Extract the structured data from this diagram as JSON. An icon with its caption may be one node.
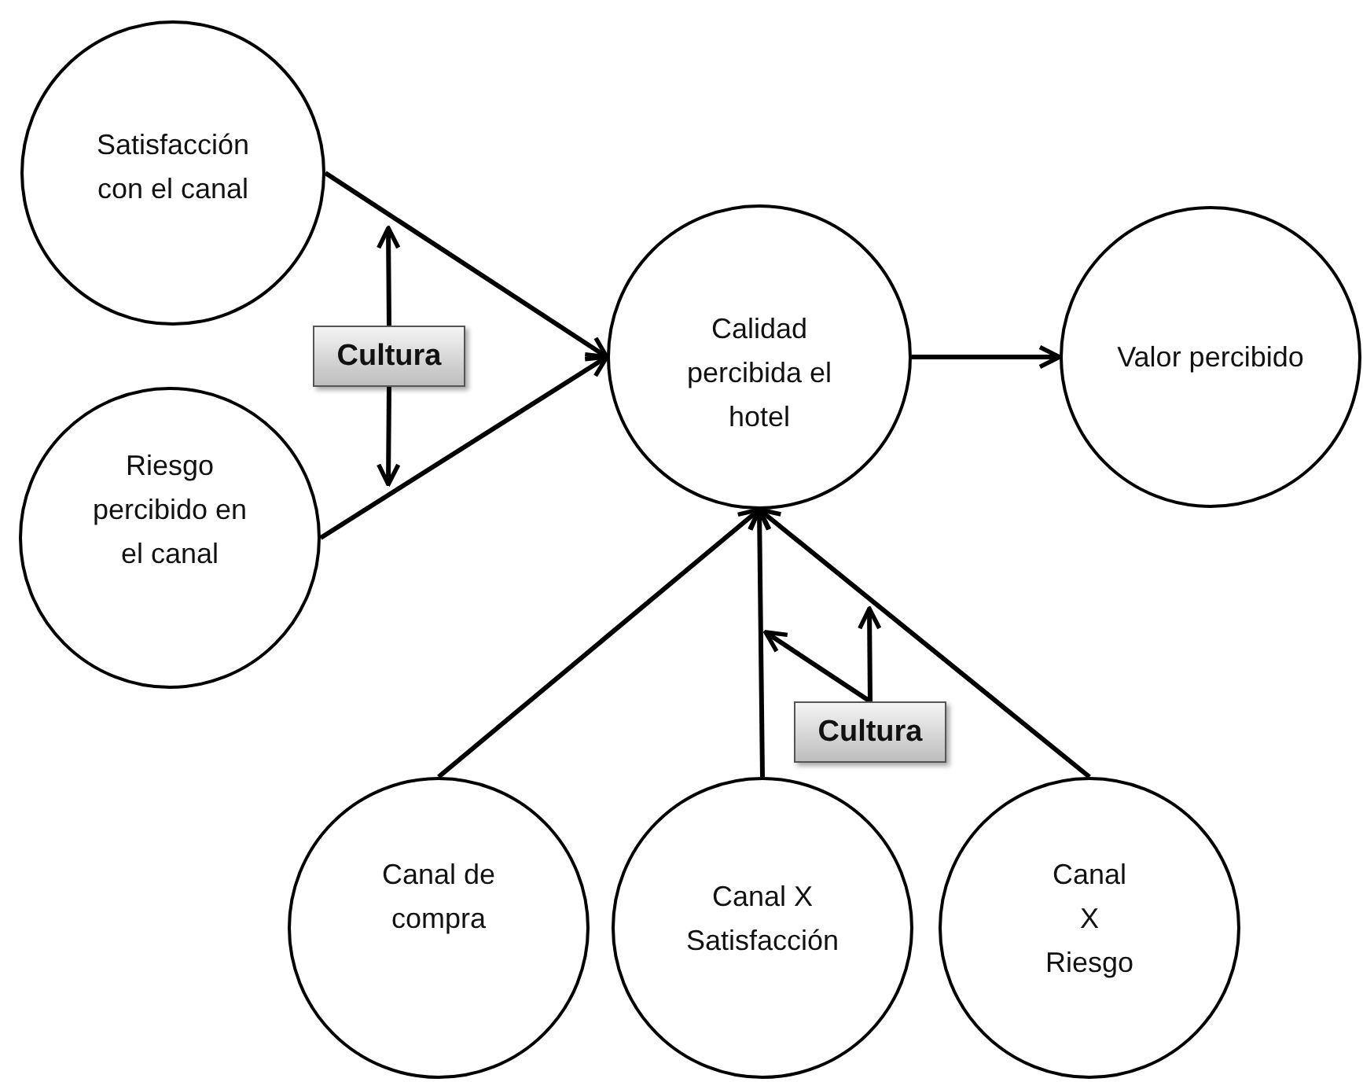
{
  "diagram": {
    "nodes": [
      {
        "text": [
          "Satisfacción con el canal"
        ]
      },
      {
        "text": [
          "Riesgo percibido en el canal"
        ]
      },
      {
        "text": [
          "Calidad percibida el hotel"
        ]
      },
      {
        "text": [
          "Valor percibido"
        ]
      },
      {
        "text": [
          "Canal de compra"
        ]
      },
      {
        "text": [
          "Canal X Satisfacción"
        ]
      },
      {
        "text": [
          "Canal X Riesgo"
        ]
      },
      {
        "text": [
          "Cultura"
        ]
      },
      {
        "text": [
          "Cultura"
        ]
      }
    ],
    "edges": [
      {
        "from": 0,
        "to": 2,
        "arrow": "to"
      },
      {
        "from": 1,
        "to": 2,
        "arrow": "to"
      },
      {
        "from": 2,
        "to": 3,
        "arrow": "to"
      },
      {
        "from": 4,
        "to": 2,
        "arrow": "to"
      },
      {
        "from": 5,
        "to": 2,
        "arrow": "to"
      },
      {
        "from": 6,
        "to": 2,
        "arrow": "to"
      },
      {
        "from": 7,
        "to": null,
        "arrow": "to"
      },
      {
        "from": 7,
        "to": null,
        "arrow": "to"
      },
      {
        "from": 8,
        "to": null,
        "arrow": "to"
      },
      {
        "from": 8,
        "to": null,
        "arrow": "to"
      }
    ]
  }
}
